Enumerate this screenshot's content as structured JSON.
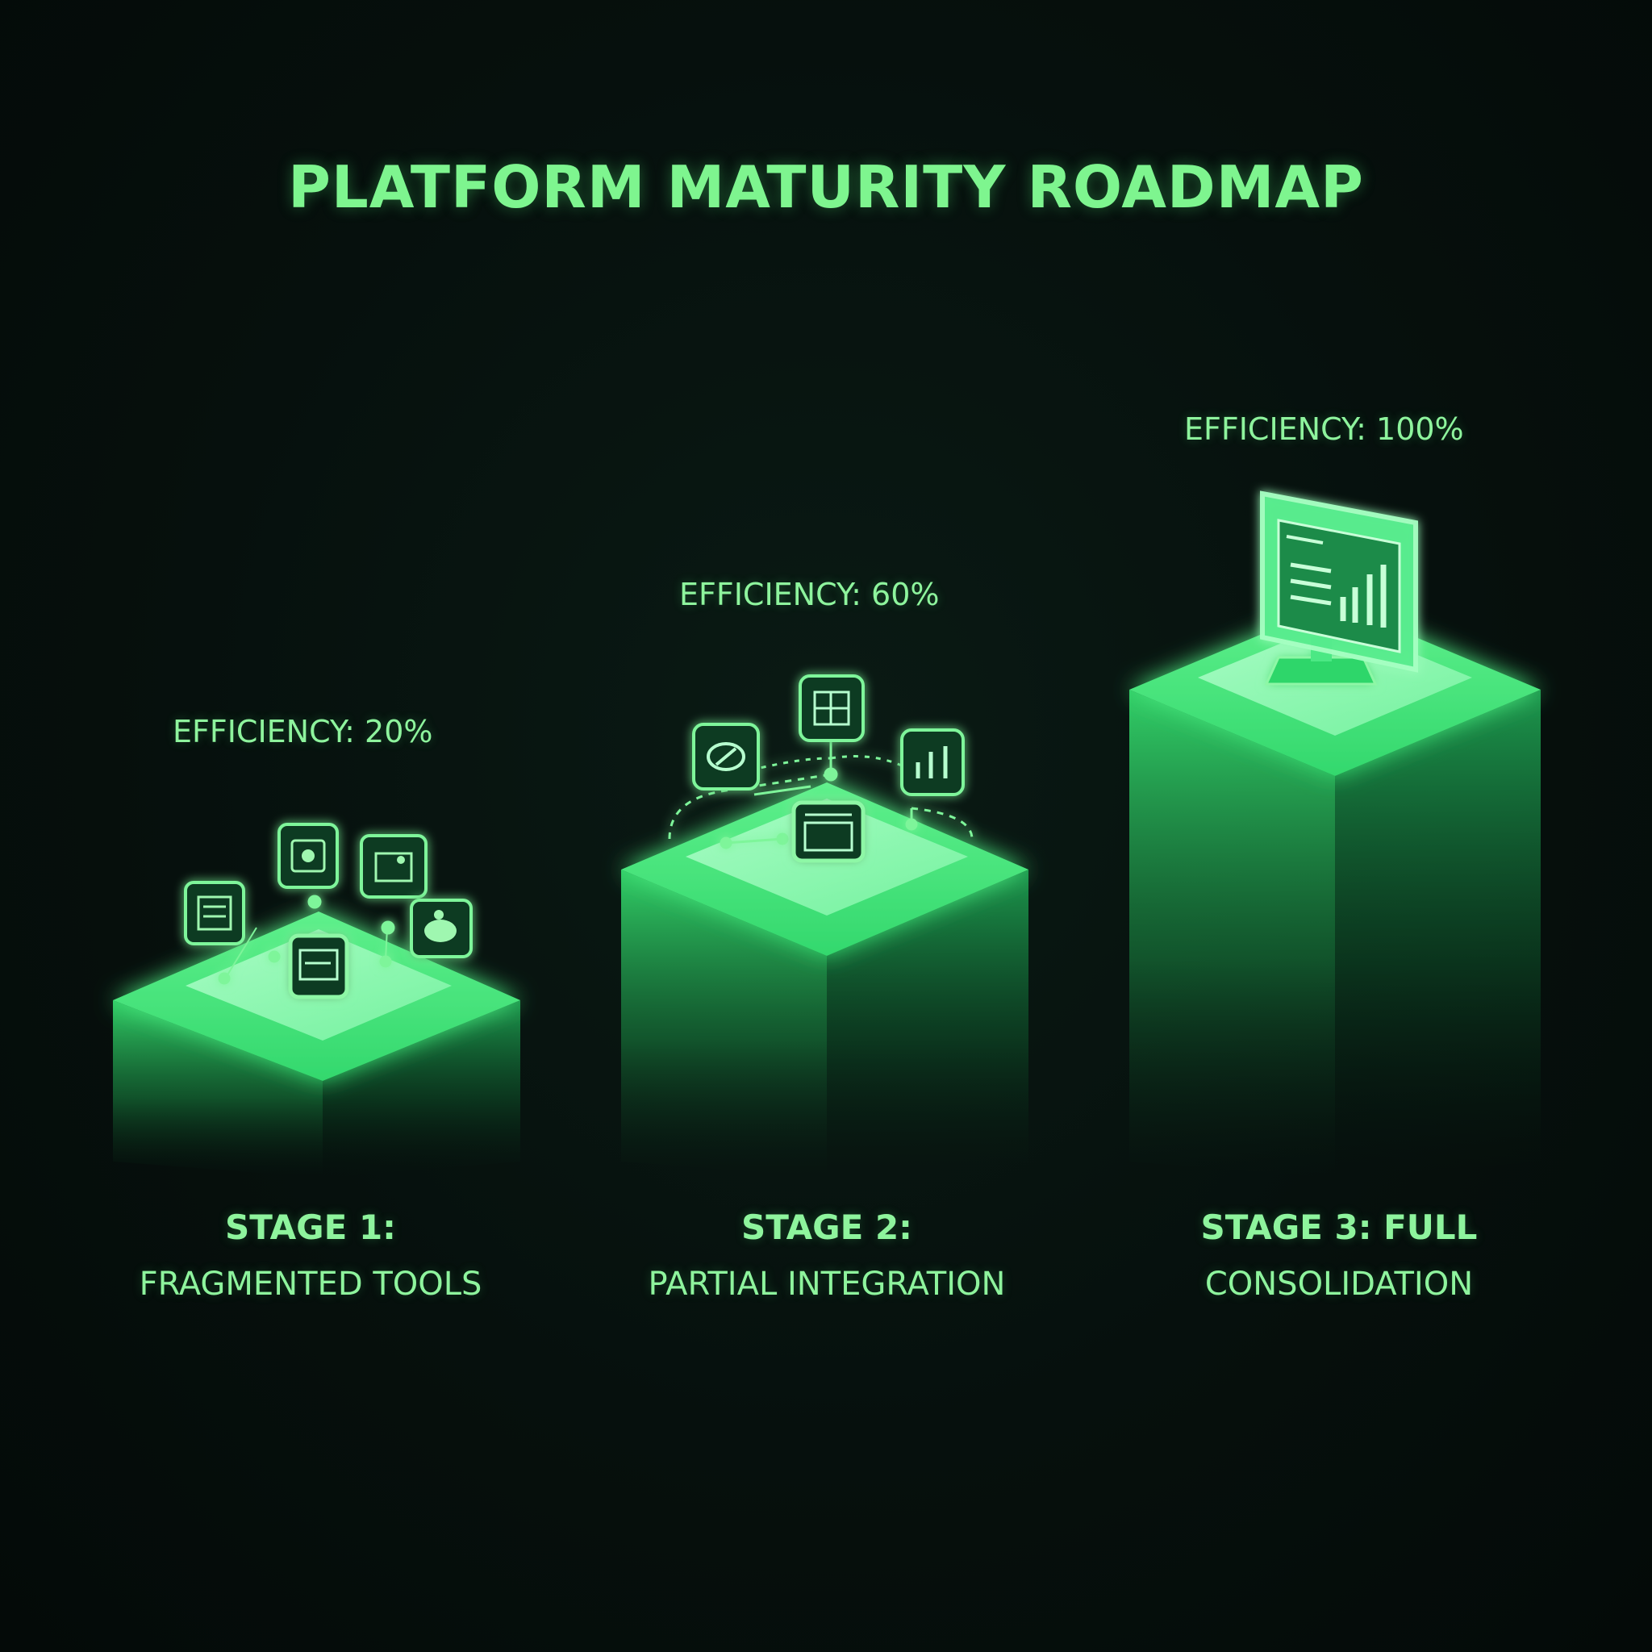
{
  "title": "PLATFORM MATURITY ROADMAP",
  "colors": {
    "background": "#06100d",
    "accent": "#7ef58f",
    "pillar": "#2fd66a",
    "pillar_top": "#6df59a"
  },
  "stages": [
    {
      "line1": "STAGE 1:",
      "line2": "FRAGMENTED TOOLS",
      "efficiency_label": "EFFICIENCY: 20%",
      "efficiency": 20,
      "icons": [
        "document-icon",
        "image-icon",
        "folder-icon",
        "chat-icon",
        "window-icon"
      ]
    },
    {
      "line1": "STAGE 2:",
      "line2": "PARTIAL INTEGRATION",
      "efficiency_label": "EFFICIENCY: 60%",
      "efficiency": 60,
      "icons": [
        "link-icon",
        "layout-icon",
        "chart-icon",
        "window-icon"
      ]
    },
    {
      "line1": "STAGE 3: FULL",
      "line2": "CONSOLIDATION",
      "efficiency_label": "EFFICIENCY: 100%",
      "efficiency": 100,
      "icons": [
        "dashboard-monitor-icon"
      ]
    }
  ]
}
